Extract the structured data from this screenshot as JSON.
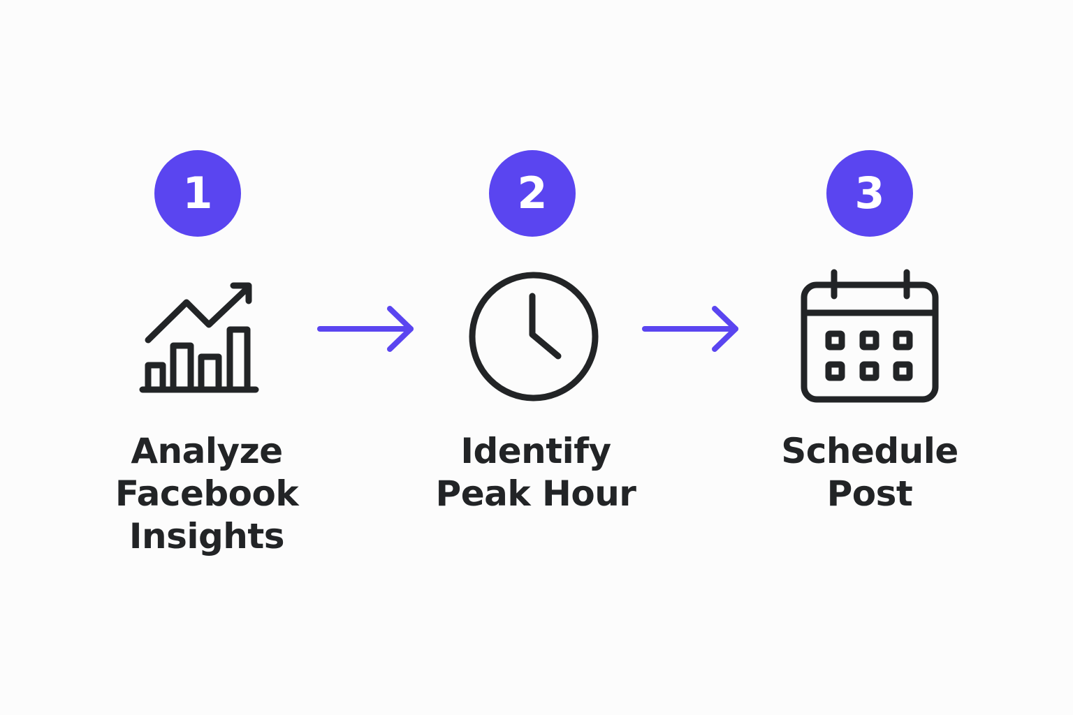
{
  "colors": {
    "accent": "#5a45f0",
    "text": "#222426",
    "icon_stroke": "#222426",
    "background": "#fcfcfc"
  },
  "steps": [
    {
      "number": "1",
      "icon": "bar-chart-trend-up-icon",
      "label_lines": [
        "Analyze",
        "Facebook",
        "Insights"
      ]
    },
    {
      "number": "2",
      "icon": "clock-icon",
      "label_lines": [
        "Identify",
        "Peak Hour"
      ]
    },
    {
      "number": "3",
      "icon": "calendar-icon",
      "label_lines": [
        "Schedule",
        "Post"
      ]
    }
  ],
  "connectors": [
    {
      "from": "1",
      "to": "2",
      "icon": "arrow-right-icon"
    },
    {
      "from": "2",
      "to": "3",
      "icon": "arrow-right-icon"
    }
  ]
}
